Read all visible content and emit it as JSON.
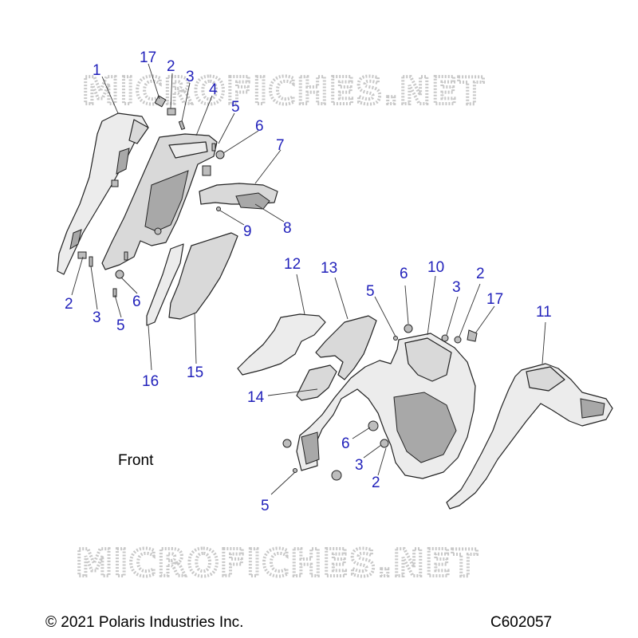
{
  "watermark": "MICROFICHES.NET",
  "front_label": "Front",
  "copyright": "© 2021 Polaris Industries Inc.",
  "diagram_id": "C602057",
  "callouts": [
    {
      "id": "c17a",
      "text": "17"
    },
    {
      "id": "c2a",
      "text": "2"
    },
    {
      "id": "c1",
      "text": "1"
    },
    {
      "id": "c3a",
      "text": "3"
    },
    {
      "id": "c4",
      "text": "4"
    },
    {
      "id": "c5a",
      "text": "5"
    },
    {
      "id": "c6a",
      "text": "6"
    },
    {
      "id": "c7",
      "text": "7"
    },
    {
      "id": "c8",
      "text": "8"
    },
    {
      "id": "c9",
      "text": "9"
    },
    {
      "id": "c2b",
      "text": "2"
    },
    {
      "id": "c3b",
      "text": "3"
    },
    {
      "id": "c6b",
      "text": "6"
    },
    {
      "id": "c5b",
      "text": "5"
    },
    {
      "id": "c16",
      "text": "16"
    },
    {
      "id": "c15",
      "text": "15"
    },
    {
      "id": "c12",
      "text": "12"
    },
    {
      "id": "c13",
      "text": "13"
    },
    {
      "id": "c14",
      "text": "14"
    },
    {
      "id": "c5c",
      "text": "5"
    },
    {
      "id": "c6c",
      "text": "6"
    },
    {
      "id": "c10",
      "text": "10"
    },
    {
      "id": "c3c",
      "text": "3"
    },
    {
      "id": "c2c",
      "text": "2"
    },
    {
      "id": "c17b",
      "text": "17"
    },
    {
      "id": "c11",
      "text": "11"
    },
    {
      "id": "c6d",
      "text": "6"
    },
    {
      "id": "c3d",
      "text": "3"
    },
    {
      "id": "c2d",
      "text": "2"
    },
    {
      "id": "c5d",
      "text": "5"
    }
  ]
}
